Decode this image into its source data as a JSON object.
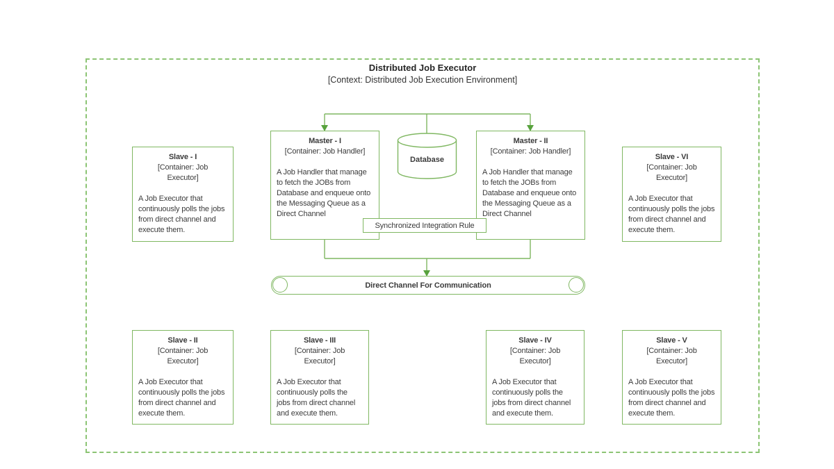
{
  "header": {
    "title": "Distributed Job Executor",
    "subtitle": "[Context: Distributed Job Execution Environment]"
  },
  "masters": [
    {
      "title": "Master - I",
      "container": "[Container: Job Handler]",
      "description": "A Job Handler that manage to fetch the JOBs from Database and enqueue onto the Messaging Queue as a Direct Channel"
    },
    {
      "title": "Master - II",
      "container": "[Container: Job Handler]",
      "description": "A Job Handler that manage to fetch the JOBs from Database and enqueue onto the Messaging Queue as a Direct Channel"
    }
  ],
  "database": {
    "label": "Database"
  },
  "integration_rule": {
    "label": "Synchronized Integration Rule"
  },
  "channel": {
    "label": "Direct Channel For Communication"
  },
  "slaves": [
    {
      "title": "Slave - I",
      "container": "[Container: Job Executor]",
      "description": "A Job Executor that continuously polls the jobs from direct channel and execute them."
    },
    {
      "title": "Slave - VI",
      "container": "[Container: Job Executor]",
      "description": "A Job Executor that continuously polls the jobs from direct channel and execute them."
    },
    {
      "title": "Slave - II",
      "container": "[Container: Job Executor]",
      "description": "A Job Executor that continuously polls the jobs from direct channel and execute them."
    },
    {
      "title": "Slave - III",
      "container": "[Container: Job Executor]",
      "description": "A Job Executor that continuously polls the jobs from direct channel and execute them."
    },
    {
      "title": "Slave - IV",
      "container": "[Container: Job Executor]",
      "description": "A Job Executor that continuously polls the jobs from direct channel and execute them."
    },
    {
      "title": "Slave - V",
      "container": "[Container: Job Executor]",
      "description": "A Job Executor that continuously polls the jobs from direct channel and execute them."
    }
  ],
  "colors": {
    "shape_line": "#7fb761",
    "arrowhead": "#58a23d",
    "dashed_border": "#8cc474",
    "text": "#3b3b3b"
  }
}
